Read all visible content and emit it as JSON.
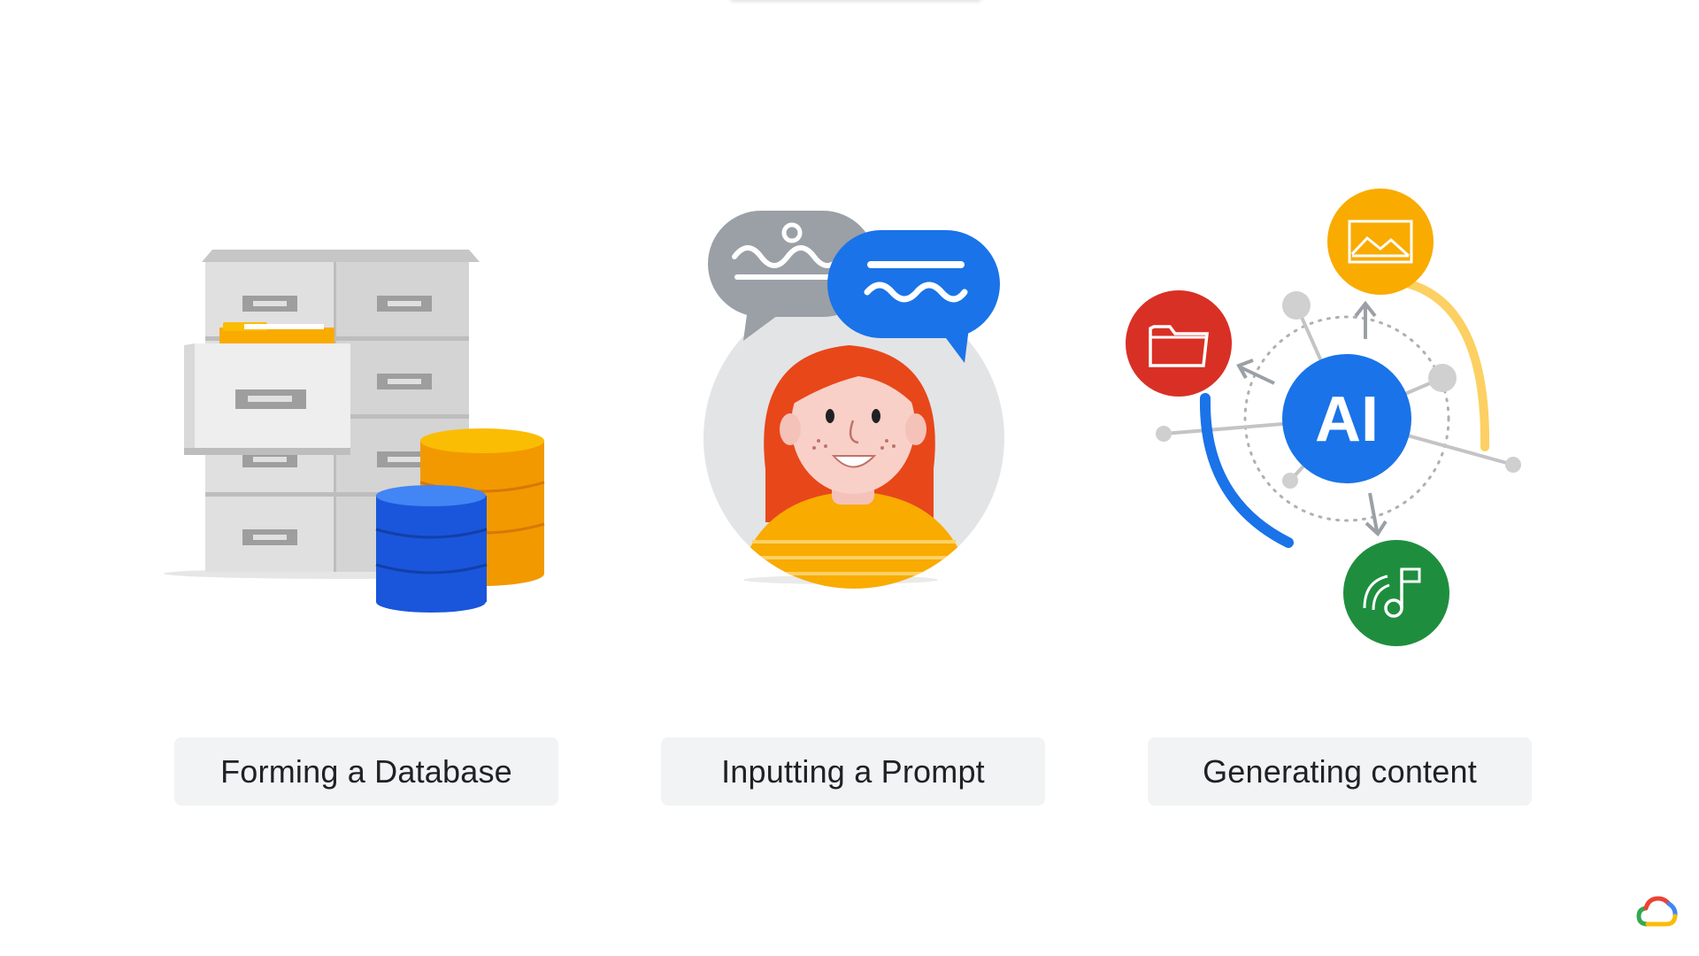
{
  "slide": {
    "steps": [
      {
        "label": "Forming a Database",
        "illustration": "file-cabinet-database-illustration"
      },
      {
        "label": "Inputting a Prompt",
        "illustration": "person-prompt-illustration"
      },
      {
        "label": "Generating content",
        "illustration": "ai-generation-illustration"
      }
    ],
    "ai_badge_text": "AI",
    "logo": "google-cloud-logo"
  },
  "colors": {
    "blue": "#2563eb",
    "red": "#d93025",
    "yellow": "#f9b400",
    "green": "#1e8e3e",
    "orange": "#f29900",
    "label_bg": "#f1f3f4",
    "text": "#202124"
  }
}
